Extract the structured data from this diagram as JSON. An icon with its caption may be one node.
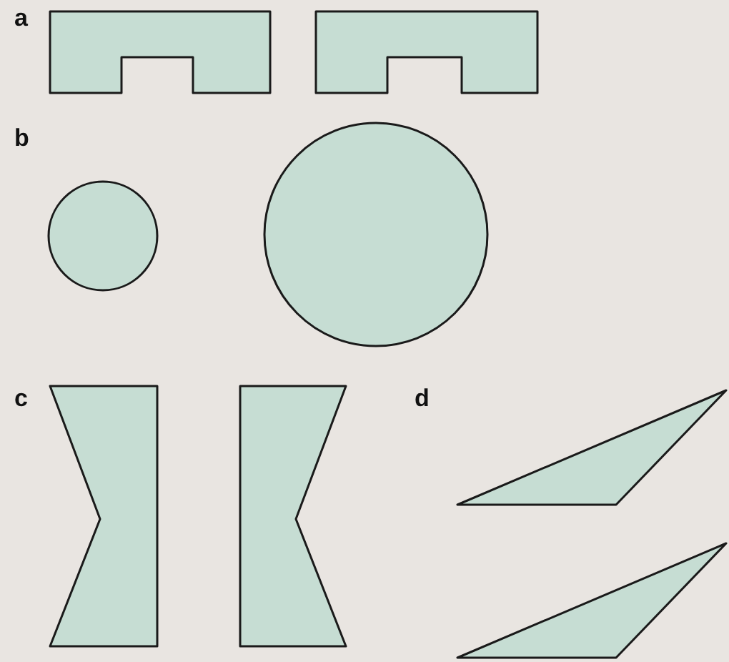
{
  "diagram": {
    "nodes": [
      {
        "text": [],
        "shape": "box"
      },
      {
        "text": [],
        "shape": "box"
      },
      {
        "text": [],
        "shape": "circle"
      },
      {
        "text": [],
        "shape": "circle"
      },
      {
        "text": [],
        "shape": "box"
      },
      {
        "text": [],
        "shape": "box"
      },
      {
        "text": [],
        "shape": "triangle"
      },
      {
        "text": [],
        "shape": "triangle"
      }
    ],
    "labels": [
      "a",
      "b",
      "c",
      "d"
    ]
  }
}
